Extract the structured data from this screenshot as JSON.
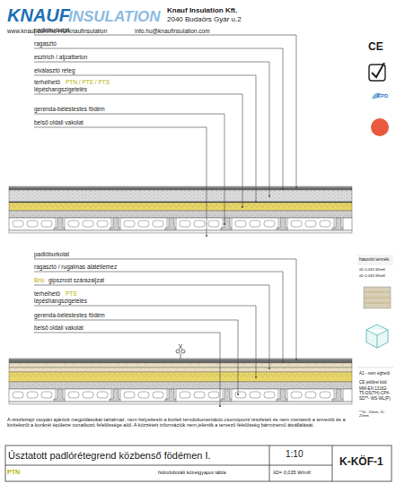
{
  "diagram": {
    "title": "Úsztatott padlórétegrend közbenső födémen I.",
    "labels": [
      "KNAUF",
      "INSULATION",
      "Knauf Insulation Kft.",
      "2040 Budaörs Gyár u.2",
      "www.knauf.com/hu-HU/knaufinsulation",
      "info.hu@knaufinsulation.com",
      "CE",
      "EPD",
      "padlóburkolat",
      "ragasztó",
      "esztrich / aljzatbeton",
      "elválasztó réteg",
      "terhelhető",
      "PTN / PTE / PTS",
      "lépéshangszigetelés",
      "gerenda-béléstestes födém",
      "belső oldali vakolat",
      "padlóburkolat",
      "ragasztó / rugalmas alátétlemez",
      "Brio",
      "gipszrost szárazaljzat",
      "terhelhető",
      "PTS",
      "lépéshangszigetelés",
      "gerenda-béléstestes födém",
      "belső oldali vakolat",
      "hasonló termék:",
      "λD 0,035 W/mK",
      "λD 0,036 W/mK",
      "A1 - nem éghető",
      "CE jelölési kód:",
      "MW-EN 13162-T5-DS(TH)-CP4- SD**- WS-WL(P)",
      "**10 - 20mm, 15 - 25mm",
      "A részletrajz csupán ajánlott megoldásokat tartalmaz, nem helyettesíti a kiviteli tervdokumentáció csomóponti részleteit és nem mentesíti a tervezőt és a kivitelezőt a konkrét épületre vonatkozó felelőssége alól. A közzétett információk nem jelentik a tervező felelősség bárminemű átvállalását.",
      "1:10",
      "K-KÖF-1",
      "PTN",
      "hidrofobizált kőzetgyapot tábla",
      "λD= 0,035 W/mK"
    ]
  }
}
